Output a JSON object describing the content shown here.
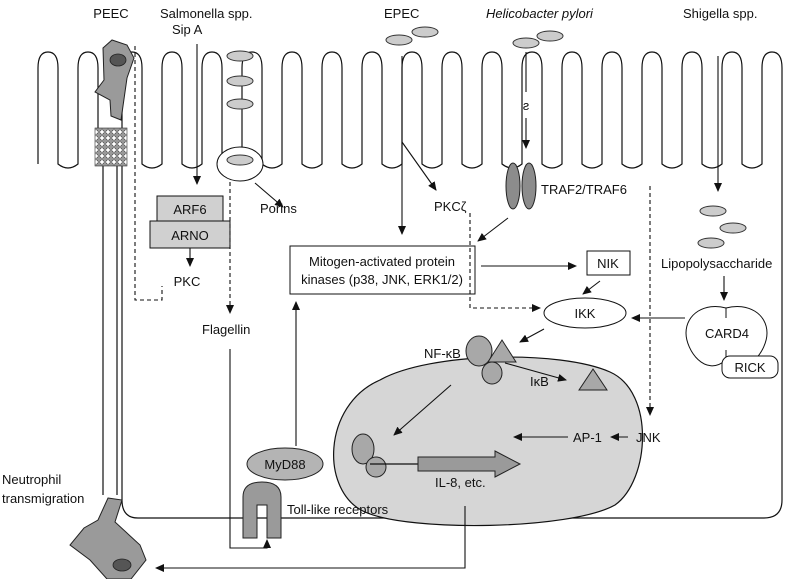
{
  "labels": {
    "peec": "PEEC",
    "salmonella_name": "Salmonella",
    "salmonella_spp": " spp.",
    "sip_a": "Sip A",
    "epec": "EPEC",
    "h_pylori": "Helicobacter pylori",
    "shigella_name": "Shigella",
    "shigella_spp": " spp.",
    "arf6": "ARF6",
    "arno": "ARNO",
    "pkc": "PKC",
    "porins": "Porins",
    "pkc_zeta": "PKCζ",
    "traf": "TRAF2/TRAF6",
    "mapk_line1": "Mitogen-activated protein",
    "mapk_line2": "kinases (p38, JNK, ERK1/2)",
    "nik": "NIK",
    "lps": "Lipopolysaccharide",
    "ikk": "IKK",
    "card4": "CARD4",
    "rick": "RICK",
    "flagellin": "Flagellin",
    "nfkb": "NF-κB",
    "ikb": "IκB",
    "ap1": "AP-1",
    "jnk": "JNK",
    "il8": "IL-8, etc.",
    "myd88": "MyD88",
    "tlr": "Toll-like receptors",
    "neutrophil_1": "Neutrophil",
    "neutrophil_2": "transmigration",
    "hp_glyph": "ƨ"
  },
  "colors": {
    "line": "#111111",
    "light_gray": "#d4d4d4",
    "mid_gray": "#b4b4b4",
    "dark_gray": "#8c8c8c",
    "nucleus": "#d6d6d6"
  }
}
